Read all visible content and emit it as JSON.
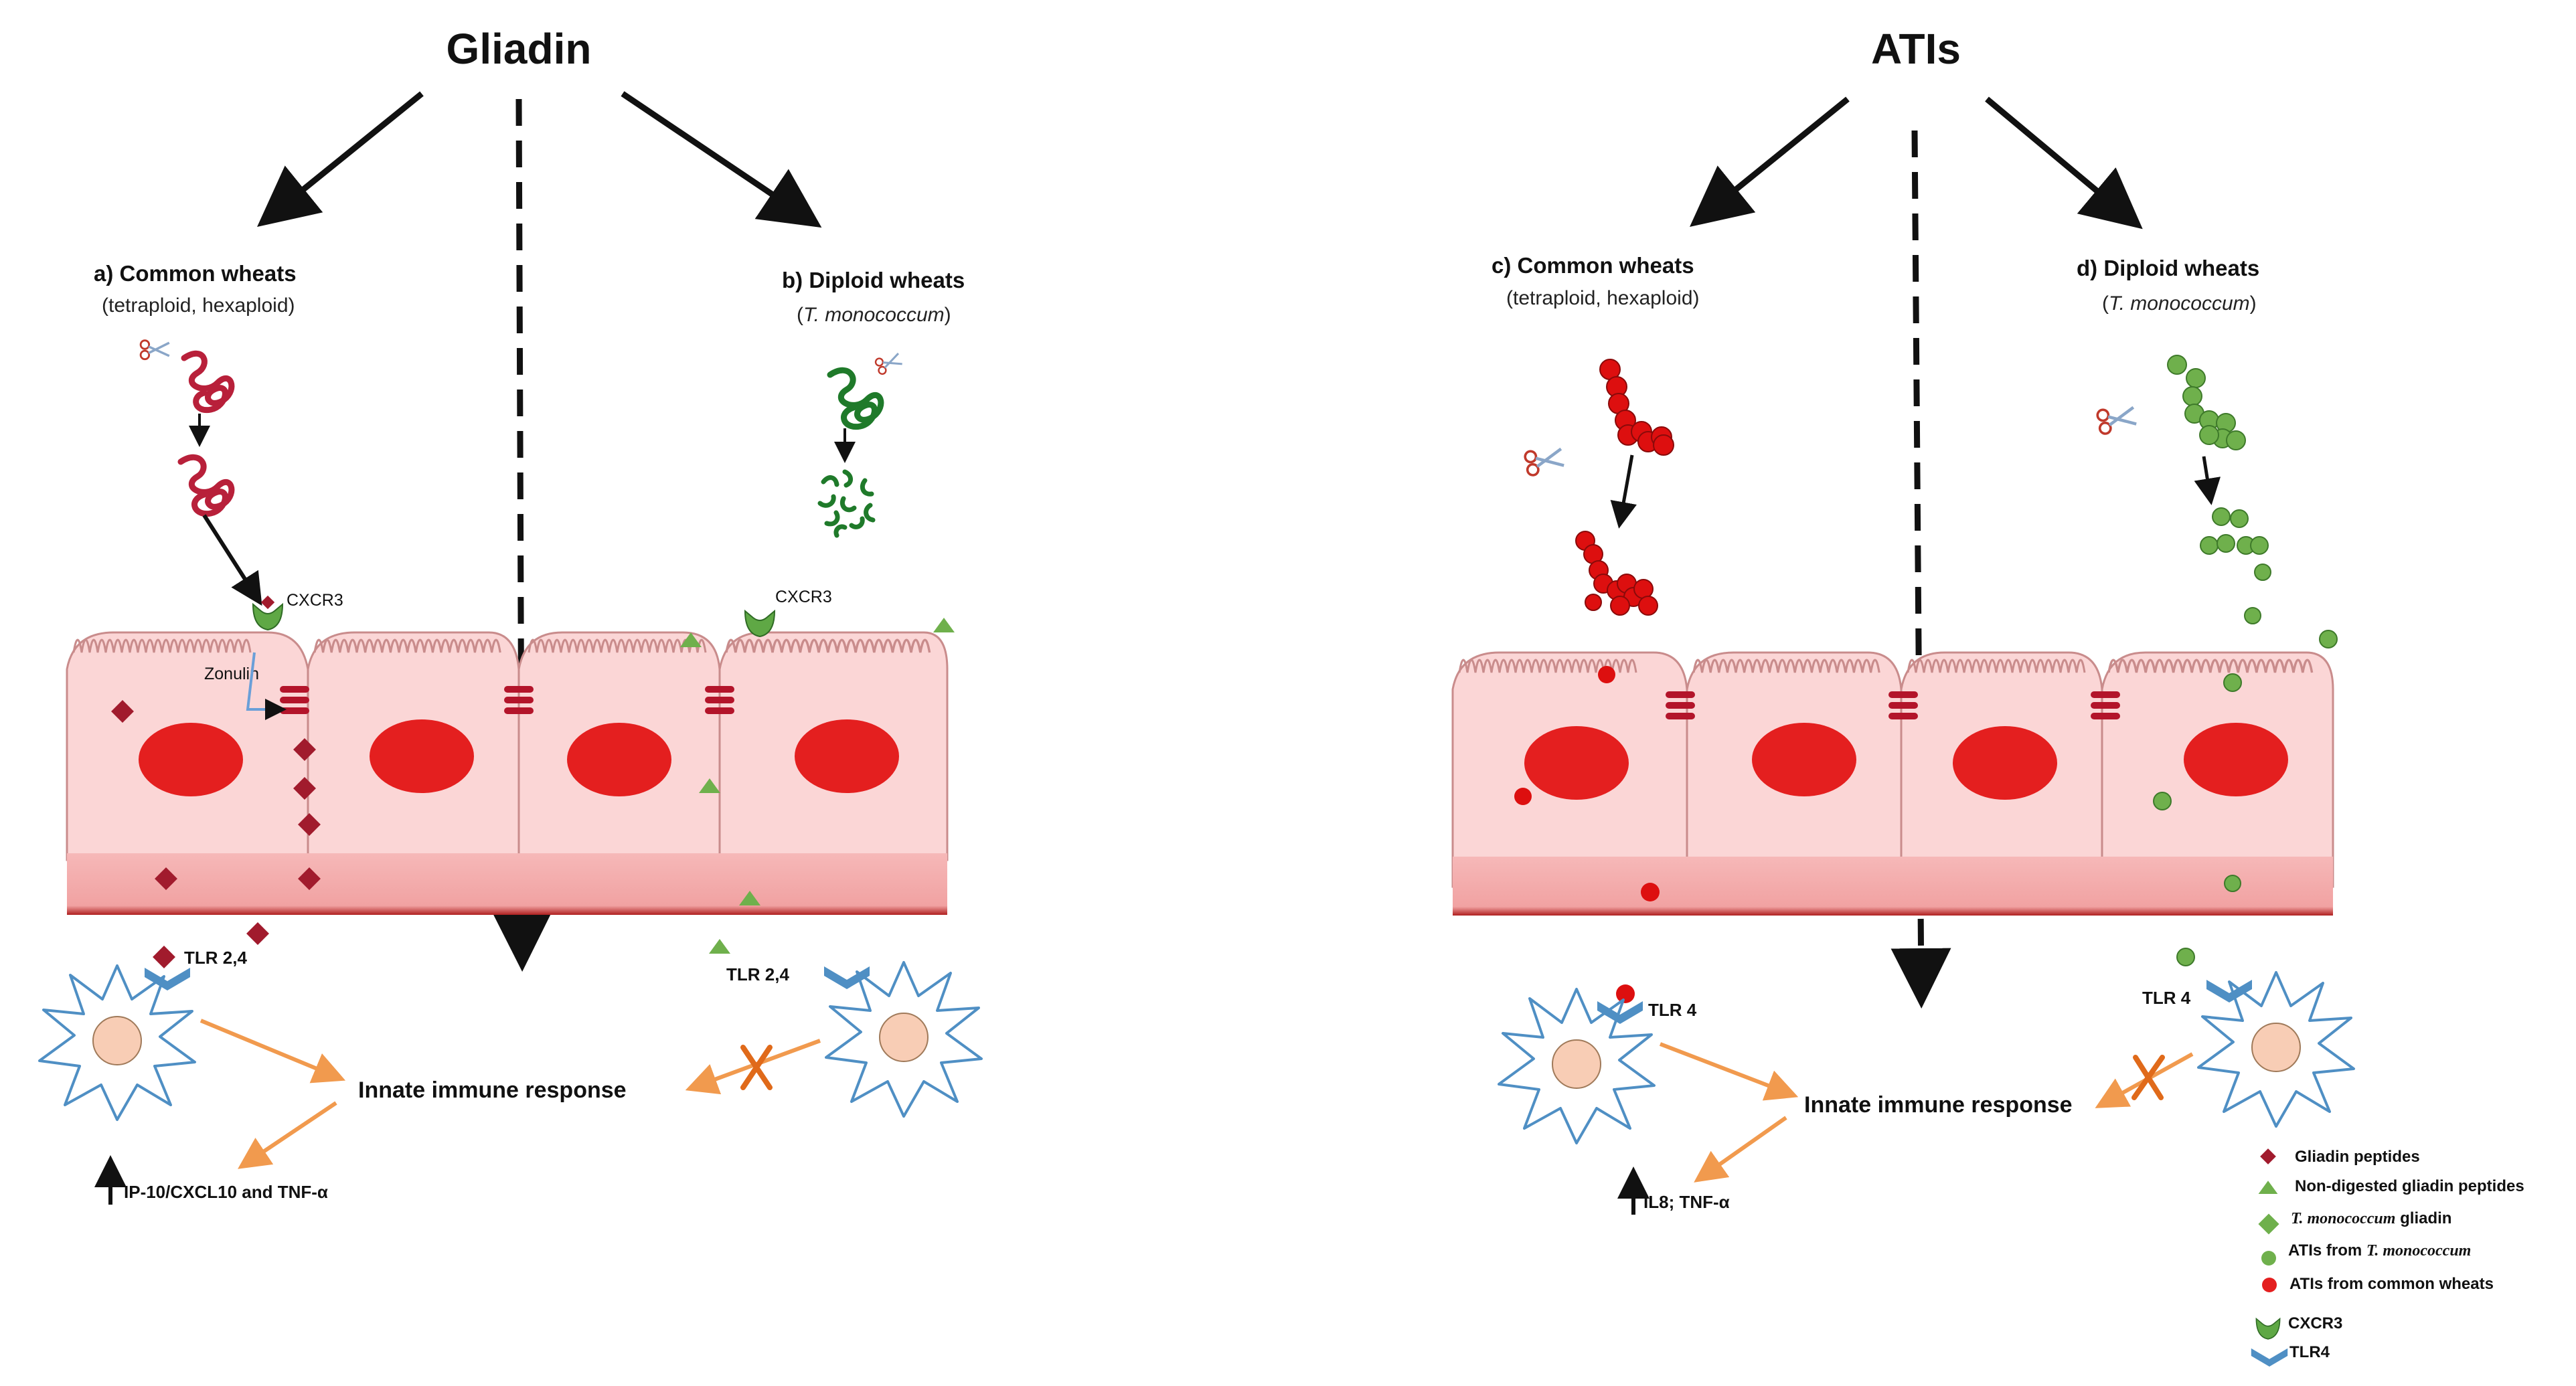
{
  "panels": {
    "gliadin": {
      "title": "Gliadin",
      "a_label": "a) Common wheats",
      "a_note": "(tetraploid, hexaploid)",
      "b_label": "b) Diploid  wheats",
      "b_note_open": "(",
      "b_note_species": "T. monococcum",
      "b_note_close": ")",
      "cxcr3_left": "CXCR3",
      "cxcr3_right": "CXCR3",
      "zonulin": "Zonulin",
      "tlr_left": "TLR 2,4",
      "tlr_right": "TLR 2,4",
      "innate": "Innate immune response",
      "cytokines": "IP-10/CXCL10 and TNF-α"
    },
    "atis": {
      "title": "ATIs",
      "c_label": "c) Common wheats",
      "c_note": "(tetraploid, hexaploid)",
      "d_label": "d) Diploid  wheats",
      "d_note_open": "(",
      "d_note_species": "T. monococcum",
      "d_note_close": ")",
      "tlr_left": "TLR 4",
      "tlr_right": "TLR 4",
      "innate": "Innate immune response",
      "cytokines": "IL8; TNF-α"
    }
  },
  "legend": [
    {
      "icon": "diamond-dark-red",
      "label": "Gliadin peptides"
    },
    {
      "icon": "triangle-green",
      "label": "Non-digested gliadin peptides"
    },
    {
      "icon": "diamond-green",
      "label_italic": "T. monococcum",
      "label_rest": " gliadin"
    },
    {
      "icon": "dot-green",
      "label": "ATIs from ",
      "label_italic": "T. monococcum"
    },
    {
      "icon": "dot-red",
      "label": "ATIs from common wheats"
    },
    {
      "icon": "cxcr3-receptor",
      "label": "CXCR3"
    },
    {
      "icon": "tlr4-receptor",
      "label": "TLR4"
    }
  ],
  "colors": {
    "cell_fill": "#fbd6d6",
    "cell_stroke": "#c98c8c",
    "nucleus": "#e41f1f",
    "gliadin_peptide": "#a11b2d",
    "green": "#6fb04c",
    "ati_red": "#dd0f0f",
    "immune_arrow": "#f19a4e",
    "receptor_blue": "#4f8fc4"
  }
}
